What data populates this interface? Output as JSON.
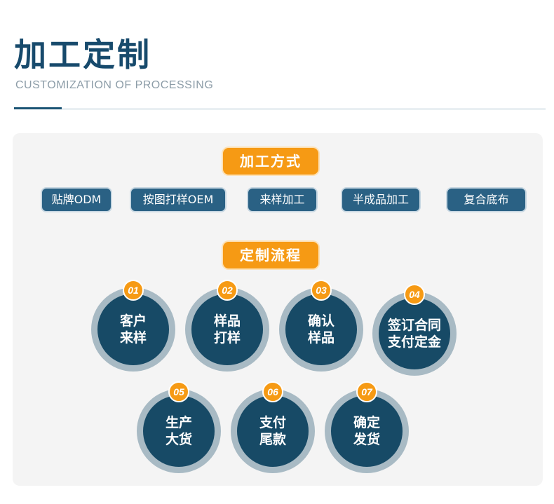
{
  "header": {
    "title": "加工定制",
    "subtitle": "CUSTOMIZATION OF PROCESSING"
  },
  "methods": {
    "label": "加工方式",
    "items": [
      "贴牌ODM",
      "按图打样OEM",
      "来样加工",
      "半成品加工",
      "复合底布"
    ]
  },
  "process": {
    "label": "定制流程",
    "steps": [
      {
        "num": "01",
        "line1": "客户",
        "line2": "来样"
      },
      {
        "num": "02",
        "line1": "样品",
        "line2": "打样"
      },
      {
        "num": "03",
        "line1": "确认",
        "line2": "样品"
      },
      {
        "num": "04",
        "line1": "签订合同",
        "line2": "支付定金"
      },
      {
        "num": "05",
        "line1": "生产",
        "line2": "大货"
      },
      {
        "num": "06",
        "line1": "支付",
        "line2": "尾款"
      },
      {
        "num": "07",
        "line1": "确定",
        "line2": "发货"
      }
    ]
  },
  "colors": {
    "accent": "#f69a14",
    "primary": "#174a66",
    "button": "#2a6184",
    "ring": "#a8bac4"
  }
}
